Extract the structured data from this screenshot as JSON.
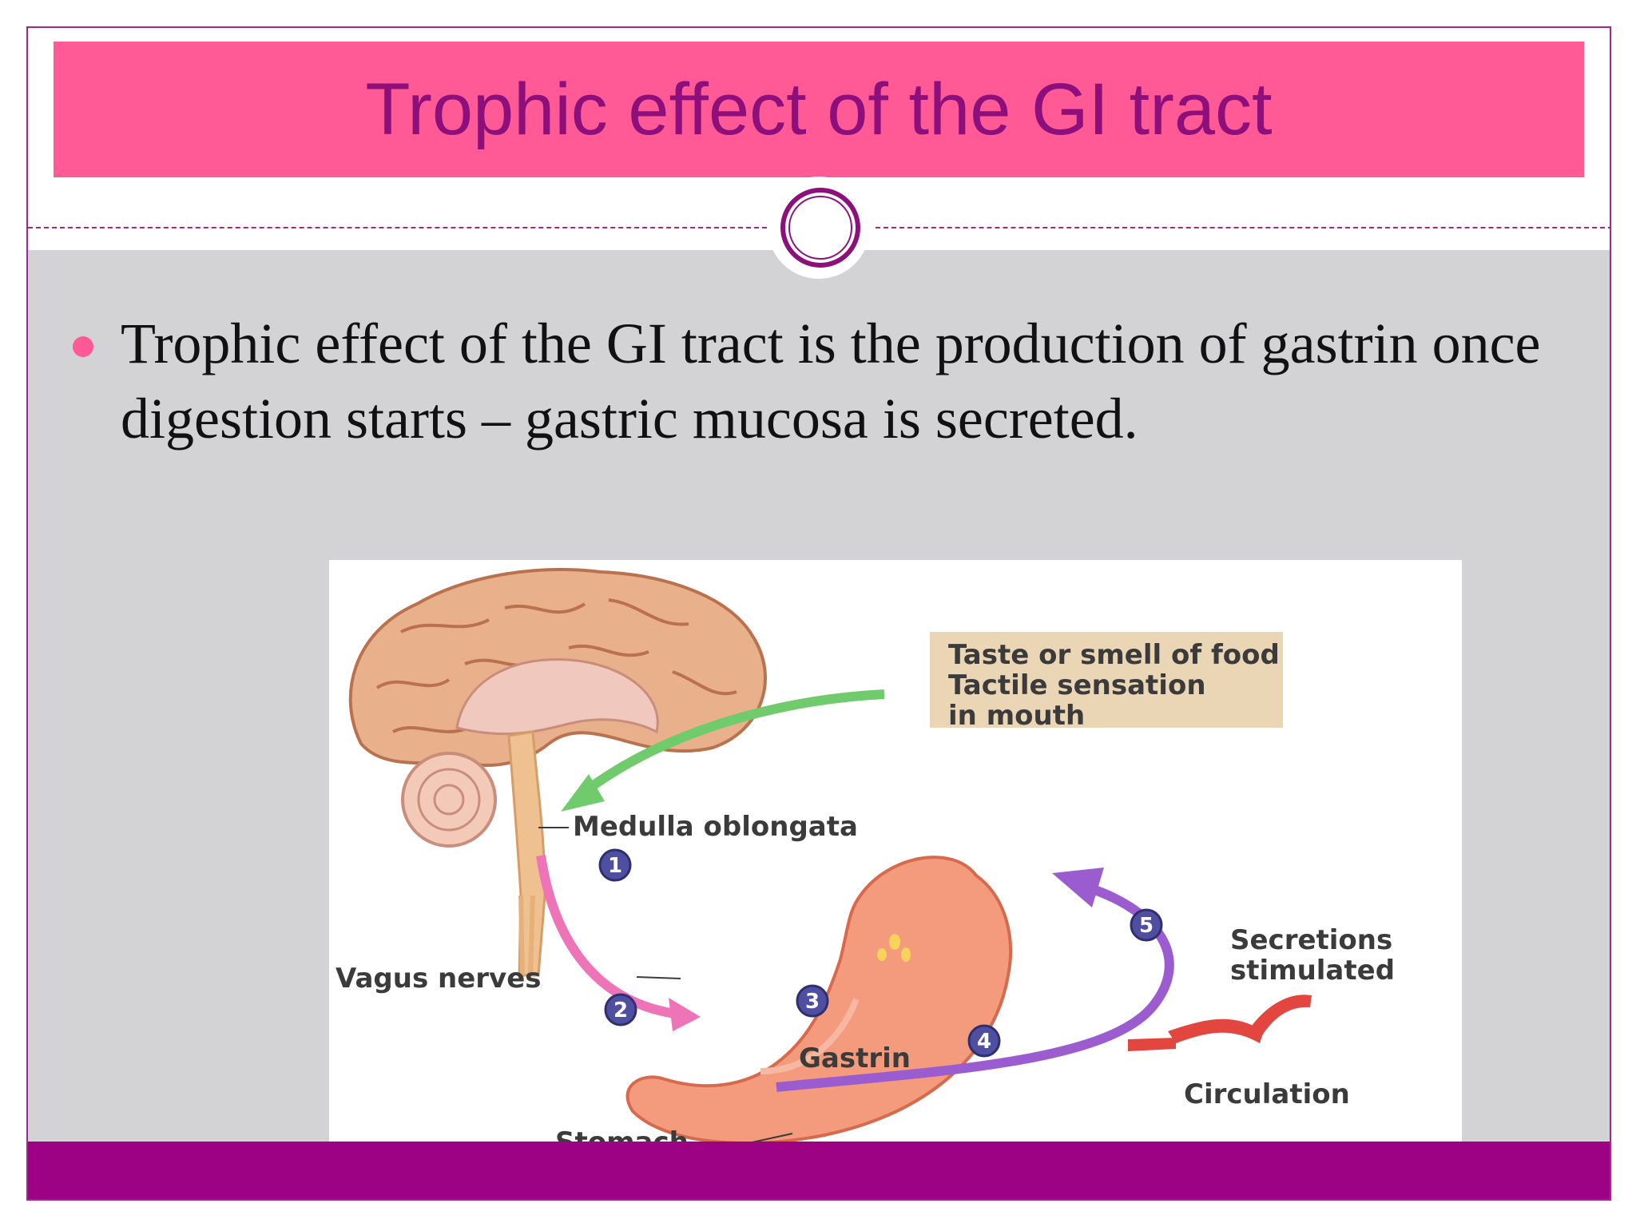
{
  "slide": {
    "title": "Trophic effect of the GI tract",
    "bullet": "Trophic effect of the GI tract is the production of gastrin once digestion starts – gastric mucosa is secreted.",
    "colors": {
      "title_bar": "#ff5a96",
      "title_text": "#8c0f7c",
      "frame": "#9a2a8e",
      "content_bg": "#d3d2d4",
      "footer_bar": "#9c0283",
      "bullet": "#ff5a96"
    }
  },
  "diagram": {
    "stimulus_box": {
      "line1": "Taste or smell of food",
      "line2": "Tactile sensation",
      "line3": "in mouth"
    },
    "labels": {
      "medulla": "Medulla oblongata",
      "vagus": "Vagus nerves",
      "gastrin": "Gastrin",
      "stomach": "Stomach",
      "secretions_1": "Secretions",
      "secretions_2": "stimulated",
      "circulation": "Circulation"
    },
    "steps": [
      "1",
      "2",
      "3",
      "4",
      "5"
    ]
  }
}
